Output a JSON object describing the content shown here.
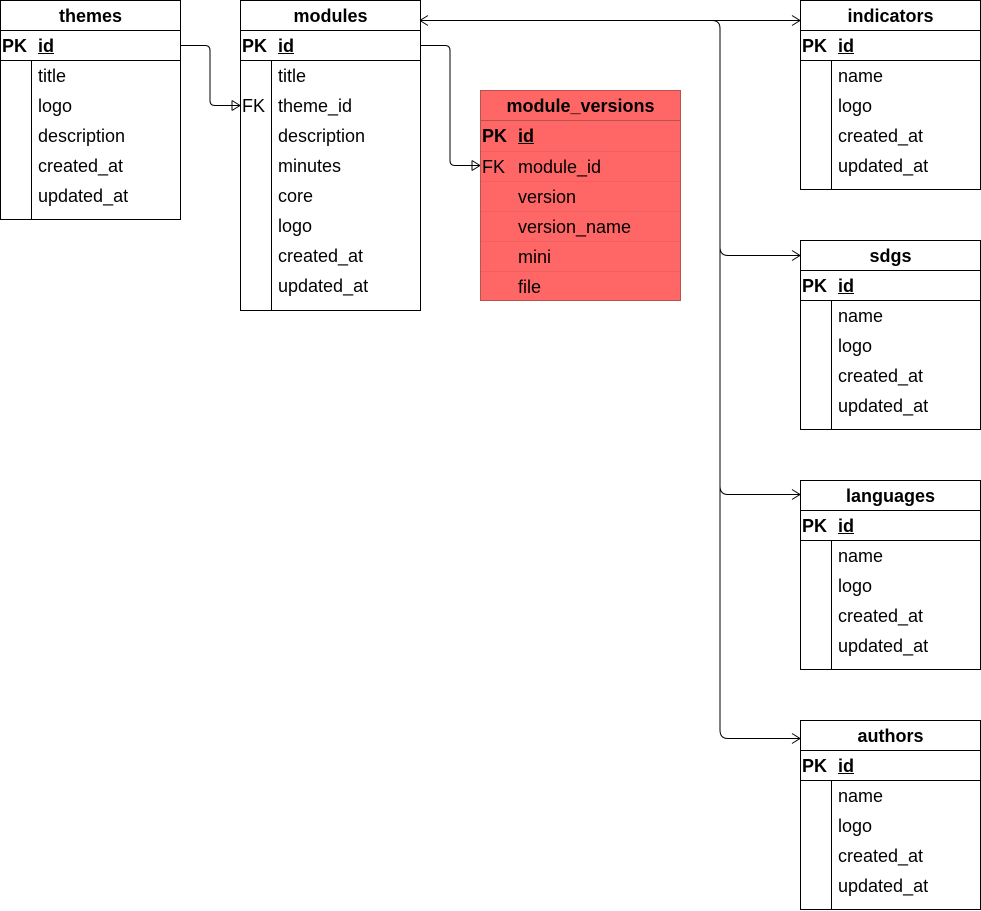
{
  "diagram": {
    "tables": {
      "themes": {
        "name": "themes",
        "pk": {
          "key": "PK",
          "name": "id"
        },
        "fields": [
          {
            "key": "",
            "name": "title"
          },
          {
            "key": "",
            "name": "logo"
          },
          {
            "key": "",
            "name": "description"
          },
          {
            "key": "",
            "name": "created_at"
          },
          {
            "key": "",
            "name": "updated_at"
          }
        ]
      },
      "modules": {
        "name": "modules",
        "pk": {
          "key": "PK",
          "name": "id"
        },
        "fields": [
          {
            "key": "",
            "name": "title"
          },
          {
            "key": "FK",
            "name": "theme_id"
          },
          {
            "key": "",
            "name": "description"
          },
          {
            "key": "",
            "name": "minutes"
          },
          {
            "key": "",
            "name": "core"
          },
          {
            "key": "",
            "name": "logo"
          },
          {
            "key": "",
            "name": "created_at"
          },
          {
            "key": "",
            "name": "updated_at"
          }
        ]
      },
      "module_versions": {
        "name": "module_versions",
        "fill_color": "#ff6666",
        "pk": {
          "key": "PK",
          "name": "id"
        },
        "fields": [
          {
            "key": "FK",
            "name": "module_id"
          },
          {
            "key": "",
            "name": "version"
          },
          {
            "key": "",
            "name": "version_name"
          },
          {
            "key": "",
            "name": "mini"
          },
          {
            "key": "",
            "name": "file"
          }
        ]
      },
      "indicators": {
        "name": "indicators",
        "pk": {
          "key": "PK",
          "name": "id"
        },
        "fields": [
          {
            "key": "",
            "name": "name"
          },
          {
            "key": "",
            "name": "logo"
          },
          {
            "key": "",
            "name": "created_at"
          },
          {
            "key": "",
            "name": "updated_at"
          }
        ]
      },
      "sdgs": {
        "name": "sdgs",
        "pk": {
          "key": "PK",
          "name": "id"
        },
        "fields": [
          {
            "key": "",
            "name": "name"
          },
          {
            "key": "",
            "name": "logo"
          },
          {
            "key": "",
            "name": "created_at"
          },
          {
            "key": "",
            "name": "updated_at"
          }
        ]
      },
      "languages": {
        "name": "languages",
        "pk": {
          "key": "PK",
          "name": "id"
        },
        "fields": [
          {
            "key": "",
            "name": "name"
          },
          {
            "key": "",
            "name": "logo"
          },
          {
            "key": "",
            "name": "created_at"
          },
          {
            "key": "",
            "name": "updated_at"
          }
        ]
      },
      "authors": {
        "name": "authors",
        "pk": {
          "key": "PK",
          "name": "id"
        },
        "fields": [
          {
            "key": "",
            "name": "name"
          },
          {
            "key": "",
            "name": "logo"
          },
          {
            "key": "",
            "name": "created_at"
          },
          {
            "key": "",
            "name": "updated_at"
          }
        ]
      }
    }
  }
}
